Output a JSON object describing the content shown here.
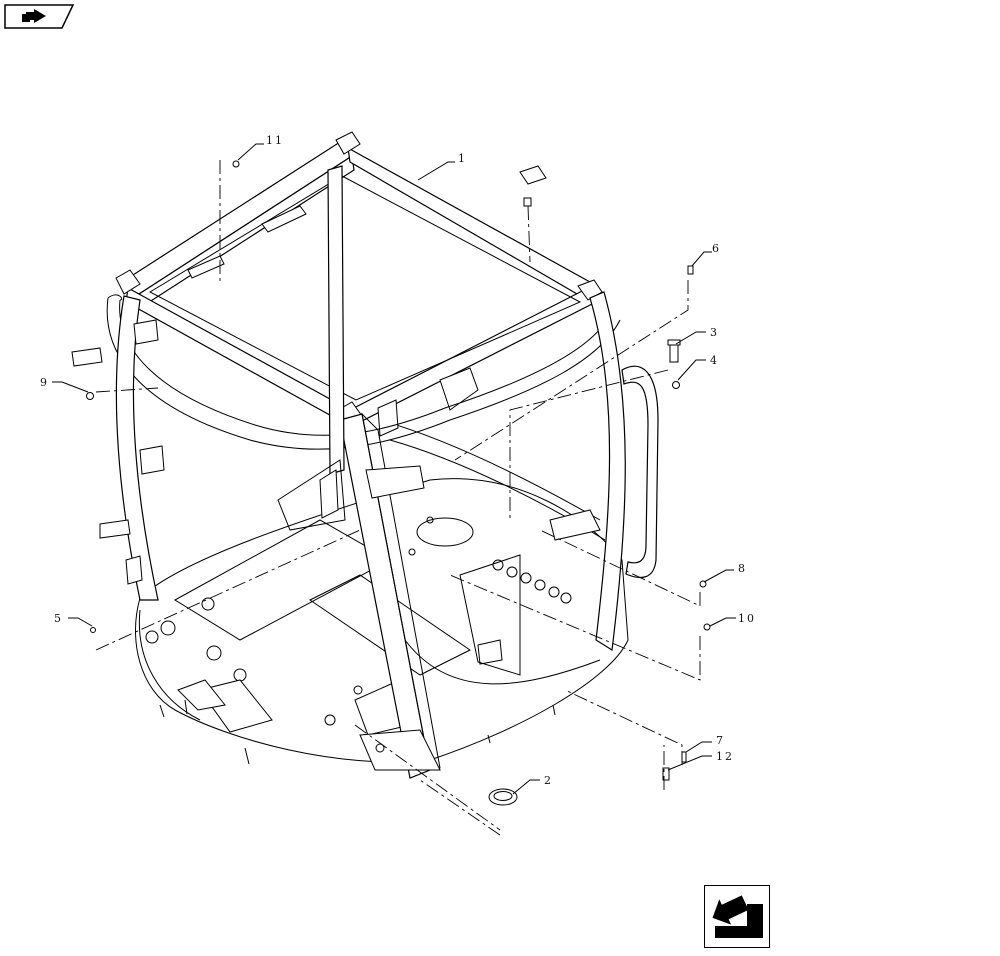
{
  "callouts": {
    "c1": "1",
    "c2": "2",
    "c3": "3",
    "c4": "4",
    "c5": "5",
    "c6": "6",
    "c7": "7",
    "c8": "8",
    "c9": "9",
    "c10": "10",
    "c11": "11",
    "c12": "12"
  },
  "icons": {
    "top_left": "previous-page-icon",
    "bottom_right": "next-page-icon"
  }
}
